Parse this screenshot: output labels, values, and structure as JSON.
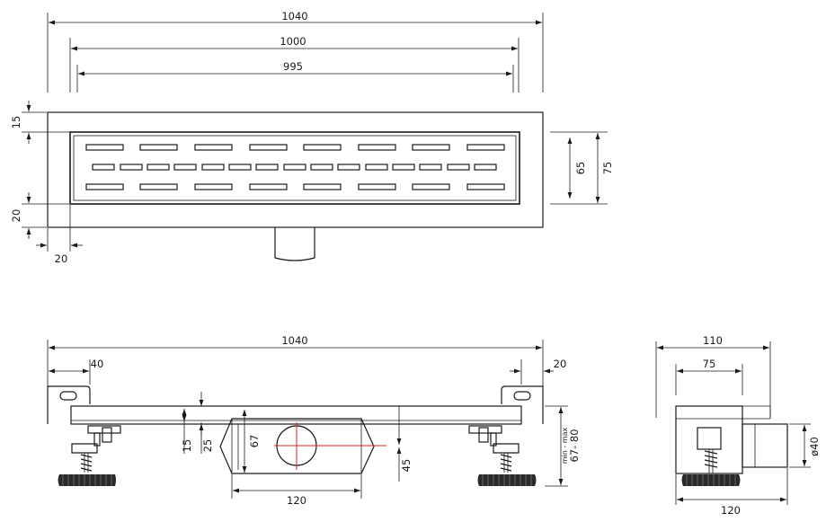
{
  "top_view": {
    "overall_length": "1040",
    "channel_length": "1000",
    "grate_length": "995",
    "frame_width": "15",
    "frame_bottom": "20",
    "side_offset": "20",
    "grate_width": "65",
    "overall_width": "75"
  },
  "side_view": {
    "overall_length": "1040",
    "left_offset": "40",
    "right_offset": "20",
    "flange_height": "15",
    "channel_depth": "25",
    "body_height": "67",
    "outlet_height": "45",
    "outlet_width": "120",
    "adjust_label": "min - max",
    "adjust_range": "67- 80"
  },
  "end_view": {
    "overall_width": "110",
    "inner_width": "75",
    "outlet_diameter": "ø40",
    "base_width": "120"
  }
}
